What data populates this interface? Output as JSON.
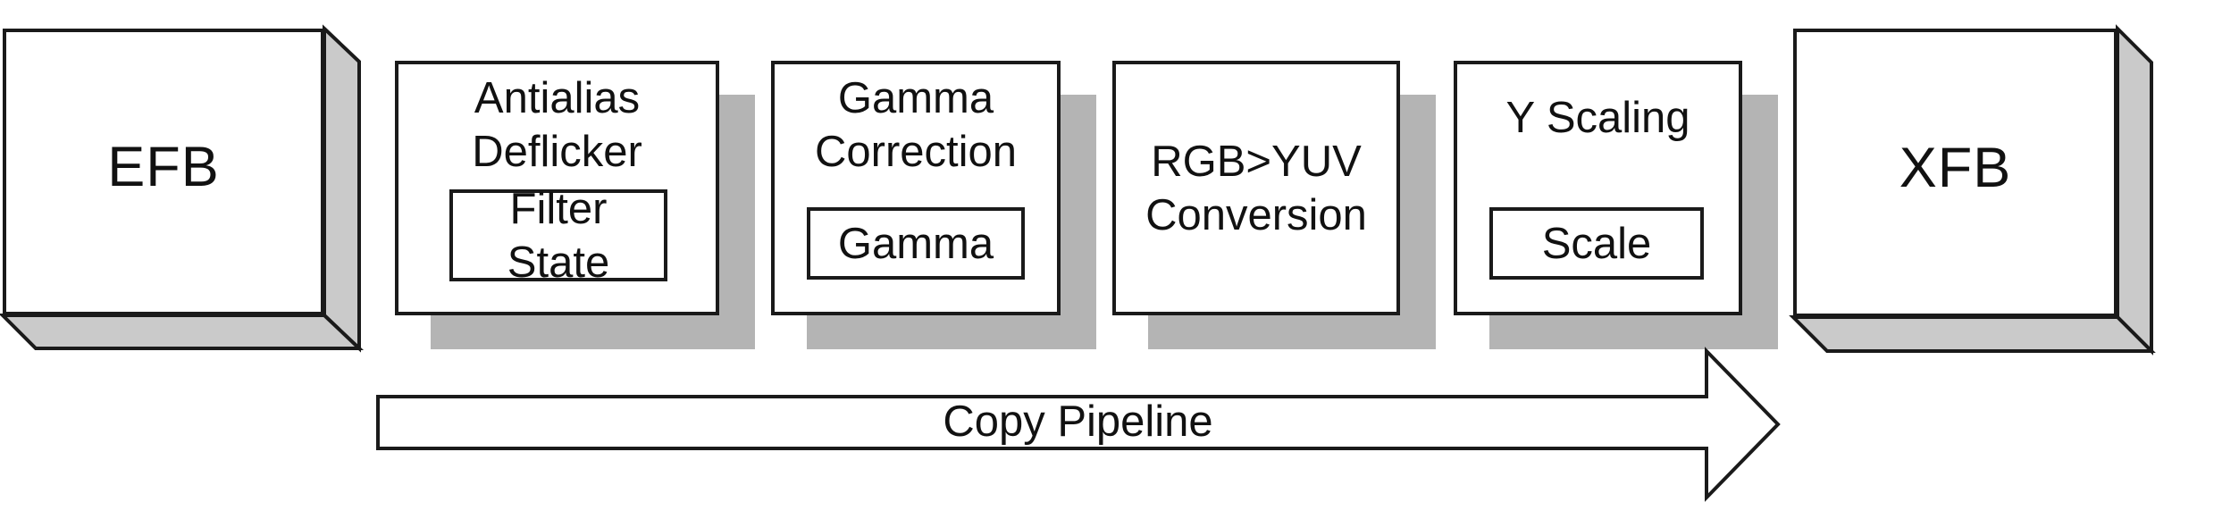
{
  "diagram": {
    "description": "Copy pipeline block diagram from embedded frame buffer to external frame buffer",
    "colors": {
      "background": "#ffffff",
      "line": "#1a1a1a",
      "box_fill": "#ffffff",
      "stage_shadow": "#b4b4b4",
      "buffer_side_face": "#cacaca",
      "text": "#111111"
    },
    "source_buffer": {
      "label": "EFB"
    },
    "dest_buffer": {
      "label": "XFB"
    },
    "stages": [
      {
        "title_lines": [
          "Antialias",
          "Deflicker"
        ],
        "chip_lines": [
          "Filter",
          "State"
        ]
      },
      {
        "title_lines": [
          "Gamma",
          "Correction"
        ],
        "chip_lines": [
          "Gamma"
        ]
      },
      {
        "title_lines": [
          "RGB>YUV",
          "Conversion"
        ]
      },
      {
        "title_lines": [
          "Y Scaling"
        ],
        "chip_lines": [
          "Scale"
        ]
      }
    ],
    "arrow": {
      "label": "Copy Pipeline"
    }
  }
}
